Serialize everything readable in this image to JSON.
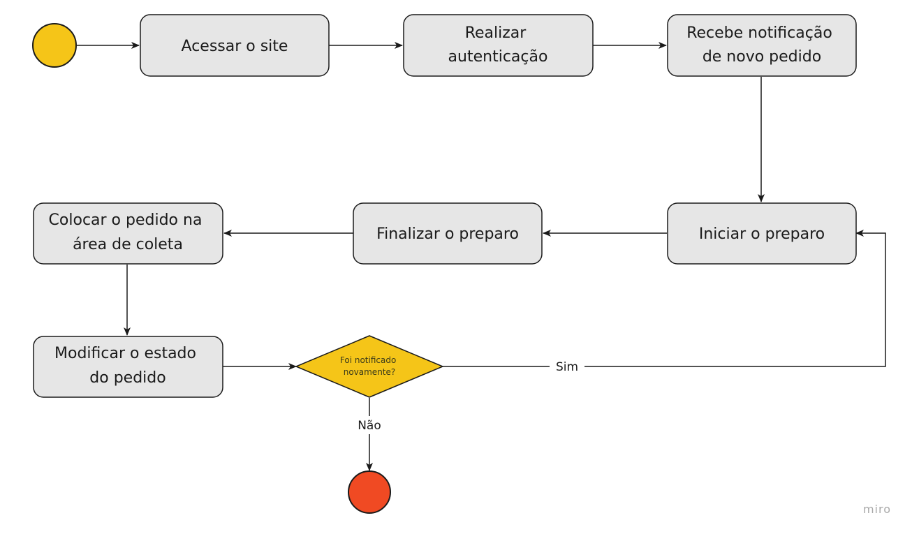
{
  "nodes": {
    "acessar": [
      "Acessar o site"
    ],
    "autenticar": [
      "Realizar",
      "autenticação"
    ],
    "notificacao": [
      "Recebe notificação",
      "de novo pedido"
    ],
    "iniciar": [
      "Iniciar o preparo"
    ],
    "finalizar": [
      "Finalizar o preparo"
    ],
    "colocar": [
      "Colocar o pedido na",
      "área de coleta"
    ],
    "modificar": [
      "Modificar o estado",
      "do pedido"
    ]
  },
  "decision": {
    "lines": [
      "Foi notificado",
      "novamente?"
    ],
    "color": "#f5c518"
  },
  "edge_labels": {
    "yes": "Sim",
    "no": "Não"
  },
  "colors": {
    "start": "#f5c518",
    "end": "#f04a23",
    "box_fill": "#e6e6e6"
  },
  "watermark": "miro"
}
